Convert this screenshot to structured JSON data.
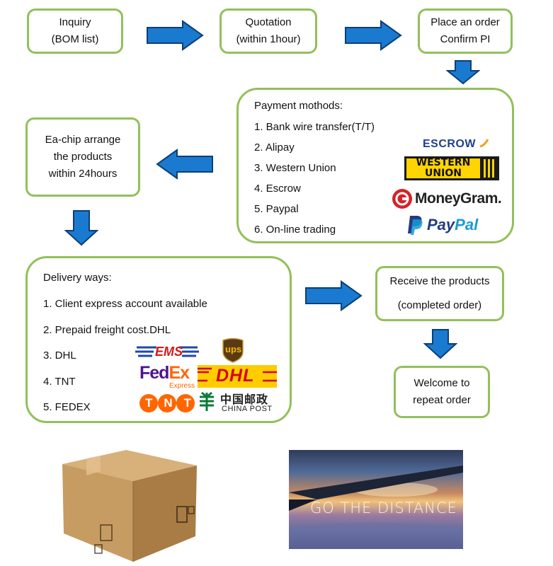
{
  "steps": {
    "inquiry": {
      "line1": "Inquiry",
      "line2": "(BOM list)"
    },
    "quotation": {
      "line1": "Quotation",
      "line2": "(within 1hour)"
    },
    "order": {
      "line1": "Place an order",
      "line2": "Confirm PI"
    },
    "arrange": {
      "line1": "Ea-chip arrange",
      "line2": "the products",
      "line3": "within 24hours"
    },
    "receive": {
      "line1": "Receive the products",
      "line2": "(completed order)"
    },
    "welcome": {
      "line1": "Welcome to",
      "line2": "repeat order"
    }
  },
  "payment": {
    "title": "Payment mothods:",
    "items": [
      "1. Bank wire transfer(T/T)",
      "2. Alipay",
      "3. Western Union",
      "4. Escrow",
      "5. Paypal",
      "6. On-line trading"
    ],
    "logos": {
      "escrow": "ESCROW",
      "western1": "WESTERN",
      "western2": "UNION",
      "moneygram": "MoneyGram.",
      "paypal1": "Pay",
      "paypal2": "Pal"
    }
  },
  "delivery": {
    "title": "Delivery ways:",
    "items": [
      "1. Client express account available",
      "2. Prepaid freight cost.DHL",
      "3. DHL",
      "4. TNT",
      "5.  FEDEX"
    ],
    "logos": {
      "ems": "EMS",
      "ups": "ups",
      "fedex_fed": "Fed",
      "fedex_ex": "Ex",
      "fedex_express": "Express",
      "dhl": "DHL",
      "tnt": "TNT",
      "chinapost_cn": "中国邮政",
      "chinapost_en": "CHINA POST"
    }
  },
  "photo": {
    "caption": "GO THE DISTANCE"
  },
  "colors": {
    "border": "#92c05a",
    "arrow": "#1a7ad0",
    "arrow_edge": "#0b3f78"
  }
}
